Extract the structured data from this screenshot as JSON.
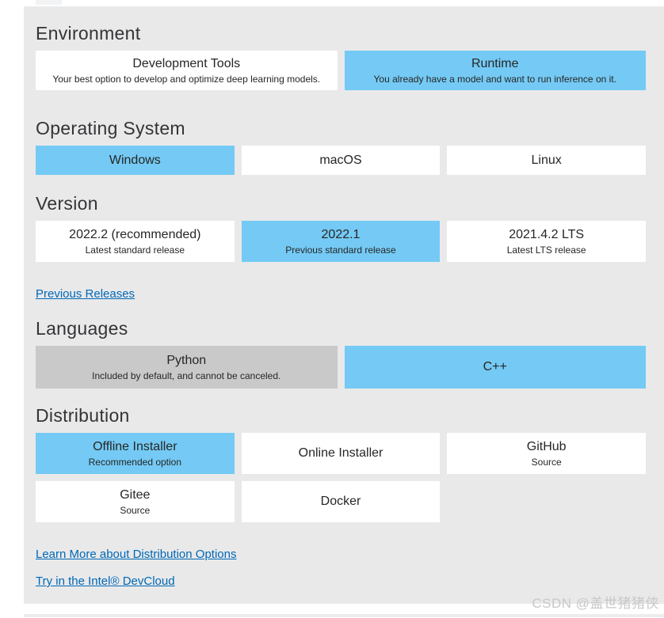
{
  "watermark": "CSDN @盖世猪猪侠",
  "colors": {
    "selected_blue": "#74caf4",
    "disabled_gray": "#c9c9c9",
    "panel_bg": "#e9e9ea",
    "link_blue": "#0068b5"
  },
  "environment": {
    "title": "Environment",
    "options": [
      {
        "label": "Development Tools",
        "sublabel": "Your best option to develop and optimize deep learning models.",
        "state": "default"
      },
      {
        "label": "Runtime",
        "sublabel": "You already have a model and want to run inference on it.",
        "state": "selected"
      }
    ]
  },
  "operating_system": {
    "title": "Operating System",
    "options": [
      {
        "label": "Windows",
        "state": "selected"
      },
      {
        "label": "macOS",
        "state": "default"
      },
      {
        "label": "Linux",
        "state": "default"
      }
    ]
  },
  "version": {
    "title": "Version",
    "options": [
      {
        "label": "2022.2 (recommended)",
        "sublabel": "Latest standard release",
        "state": "default"
      },
      {
        "label": "2022.1",
        "sublabel": "Previous standard release",
        "state": "selected"
      },
      {
        "label": "2021.4.2 LTS",
        "sublabel": "Latest LTS release",
        "state": "default"
      }
    ],
    "link": "Previous Releases"
  },
  "languages": {
    "title": "Languages",
    "options": [
      {
        "label": "Python",
        "sublabel": "Included by default, and cannot be canceled.",
        "state": "disabled"
      },
      {
        "label": "C++",
        "state": "selected"
      }
    ]
  },
  "distribution": {
    "title": "Distribution",
    "options": [
      {
        "label": "Offline Installer",
        "sublabel": "Recommended option",
        "state": "selected"
      },
      {
        "label": "Online Installer",
        "state": "default"
      },
      {
        "label": "GitHub",
        "sublabel": "Source",
        "state": "default"
      },
      {
        "label": "Gitee",
        "sublabel": "Source",
        "state": "default"
      },
      {
        "label": "Docker",
        "state": "default"
      }
    ],
    "links": {
      "learn_more": "Learn More about Distribution Options",
      "devcloud": "Try in the Intel® DevCloud"
    }
  }
}
